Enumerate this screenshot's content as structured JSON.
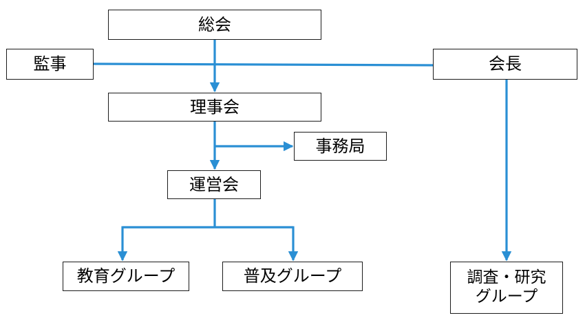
{
  "diagram": {
    "type": "organization-chart",
    "line_color": "#2a8fd4",
    "nodes": {
      "general_meeting": "総会",
      "auditor": "監事",
      "chairperson": "会長",
      "board": "理事会",
      "secretariat": "事務局",
      "steering_committee": "運営会",
      "education_group": "教育グループ",
      "outreach_group": "普及グループ",
      "research_group": {
        "line1": "調査・研究",
        "line2": "グループ"
      }
    },
    "edges": [
      [
        "general_meeting",
        "board"
      ],
      [
        "auditor",
        "chairperson"
      ],
      [
        "board",
        "secretariat"
      ],
      [
        "board",
        "steering_committee"
      ],
      [
        "steering_committee",
        "education_group"
      ],
      [
        "steering_committee",
        "outreach_group"
      ],
      [
        "chairperson",
        "research_group"
      ]
    ]
  }
}
